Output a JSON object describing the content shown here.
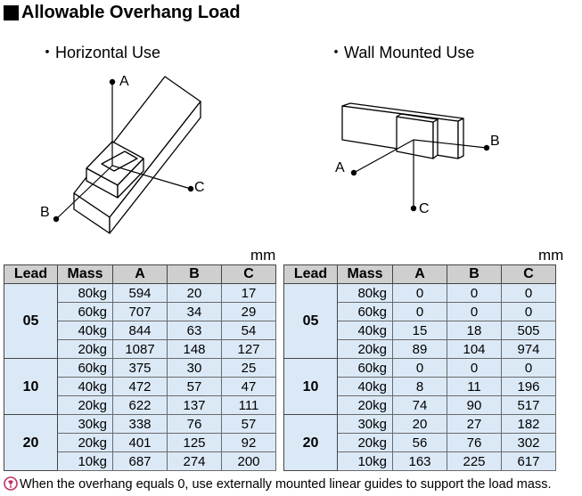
{
  "title": "Allowable Overhang Load",
  "diagrams": {
    "horizontal": {
      "label": "・Horizontal Use",
      "a": "A",
      "b": "B",
      "c": "C"
    },
    "wall": {
      "label": "・Wall Mounted Use",
      "a": "A",
      "b": "B",
      "c": "C"
    }
  },
  "unit": "mm",
  "headers": [
    "Lead",
    "Mass",
    "A",
    "B",
    "C"
  ],
  "tables": [
    {
      "groups": [
        {
          "lead": "05",
          "rows": [
            [
              "80kg",
              "594",
              "20",
              "17"
            ],
            [
              "60kg",
              "707",
              "34",
              "29"
            ],
            [
              "40kg",
              "844",
              "63",
              "54"
            ],
            [
              "20kg",
              "1087",
              "148",
              "127"
            ]
          ]
        },
        {
          "lead": "10",
          "rows": [
            [
              "60kg",
              "375",
              "30",
              "25"
            ],
            [
              "40kg",
              "472",
              "57",
              "47"
            ],
            [
              "20kg",
              "622",
              "137",
              "111"
            ]
          ]
        },
        {
          "lead": "20",
          "rows": [
            [
              "30kg",
              "338",
              "76",
              "57"
            ],
            [
              "20kg",
              "401",
              "125",
              "92"
            ],
            [
              "10kg",
              "687",
              "274",
              "200"
            ]
          ]
        }
      ]
    },
    {
      "groups": [
        {
          "lead": "05",
          "rows": [
            [
              "80kg",
              "0",
              "0",
              "0"
            ],
            [
              "60kg",
              "0",
              "0",
              "0"
            ],
            [
              "40kg",
              "15",
              "18",
              "505"
            ],
            [
              "20kg",
              "89",
              "104",
              "974"
            ]
          ]
        },
        {
          "lead": "10",
          "rows": [
            [
              "60kg",
              "0",
              "0",
              "0"
            ],
            [
              "40kg",
              "8",
              "11",
              "196"
            ],
            [
              "20kg",
              "74",
              "90",
              "517"
            ]
          ]
        },
        {
          "lead": "20",
          "rows": [
            [
              "30kg",
              "20",
              "27",
              "182"
            ],
            [
              "20kg",
              "56",
              "76",
              "302"
            ],
            [
              "10kg",
              "163",
              "225",
              "617"
            ]
          ]
        }
      ]
    }
  ],
  "footnote": "When the overhang equals 0, use externally mounted linear guides to support the load mass.",
  "colors": {
    "header_bg": "#cfcfcf",
    "cell_bg": "#dbe9f7",
    "note_icon": "#c0306a"
  },
  "note_icon": "caution-pin-icon"
}
